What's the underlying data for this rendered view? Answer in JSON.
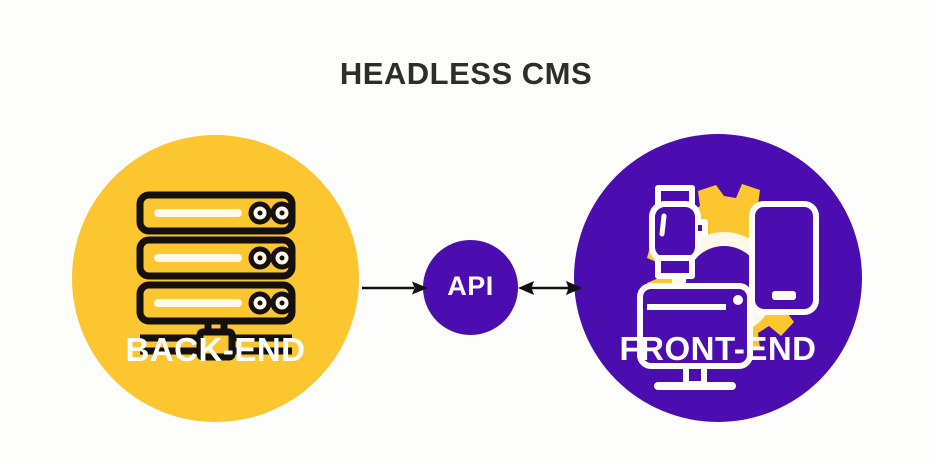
{
  "diagram": {
    "title": "HEADLESS CMS",
    "type": "architecture-flow",
    "background_color": "#fdfdfb",
    "title_color": "#2e2d2c"
  },
  "palette": {
    "yellow": "#fbc62f",
    "purple": "#4b0daf",
    "white": "#ffffff",
    "cream": "#fdf8e8",
    "black": "#14100d",
    "arrow": "#111111"
  },
  "nodes": {
    "backend": {
      "label": "BACK-END",
      "fill": "#fbc62f",
      "label_color": "#ffffff",
      "icon": "server-rack-icon"
    },
    "api": {
      "label": "API",
      "fill": "#4b0daf",
      "label_color": "#ffffff"
    },
    "frontend": {
      "label": "FRONT-END",
      "fill": "#4b0daf",
      "label_color": "#ffffff",
      "icon": "devices-gear-icon",
      "devices": [
        "smartwatch-icon",
        "smartphone-icon",
        "desktop-monitor-icon",
        "gear-icon"
      ]
    }
  },
  "connectors": [
    {
      "name": "backend-to-api",
      "direction": "one-way",
      "from": "BACK-END",
      "to": "API",
      "color": "#111111"
    },
    {
      "name": "api-to-frontend",
      "direction": "two-way",
      "from": "API",
      "to": "FRONT-END",
      "color": "#111111"
    }
  ]
}
